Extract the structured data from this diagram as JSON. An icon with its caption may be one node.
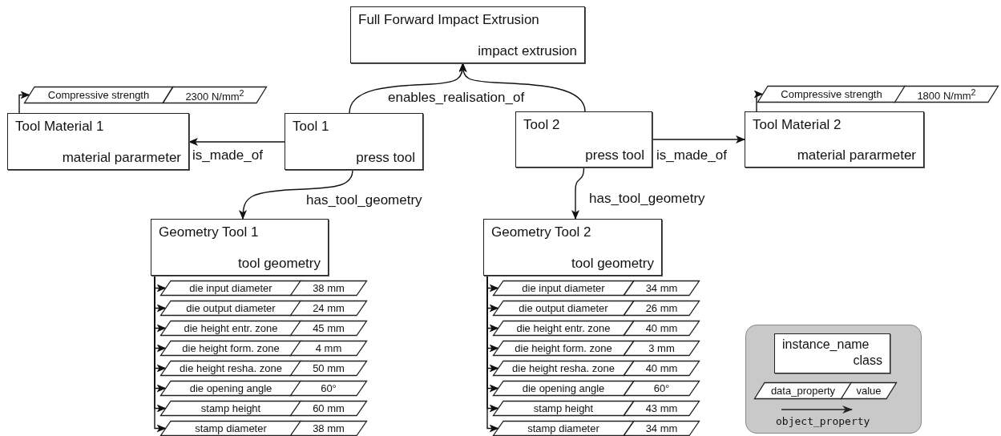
{
  "diagram": {
    "nodes": [
      {
        "text": [
          "Full Forward Impact Extrusion",
          "impact extrusion"
        ]
      },
      {
        "text": [
          "Compressive strength"
        ]
      },
      {
        "text": [
          "2300 N/mm$^{2}$"
        ]
      },
      {
        "text": [
          "Compressive strength"
        ]
      },
      {
        "text": [
          "1800 N/mm$^{2}$"
        ]
      },
      {
        "text": [
          "Tool Material 1",
          "material pararmeter"
        ]
      },
      {
        "text": [
          "Tool 1",
          "press tool"
        ]
      },
      {
        "text": [
          "Tool 2",
          "press tool"
        ]
      },
      {
        "text": [
          "Tool Material 2",
          "material pararmeter"
        ]
      },
      {
        "text": [
          "Geometry Tool 1",
          "tool geometry"
        ]
      },
      {
        "text": [
          "Geometry Tool 2",
          "tool geometry"
        ]
      },
      {
        "text": [
          "die input diameter"
        ]
      },
      {
        "text": [
          "38 mm"
        ]
      },
      {
        "text": [
          "die output diameter"
        ]
      },
      {
        "text": [
          "24 mm"
        ]
      },
      {
        "text": [
          "die height entr. zone"
        ]
      },
      {
        "text": [
          "45 mm"
        ]
      },
      {
        "text": [
          "die height form. zone"
        ]
      },
      {
        "text": [
          "4 mm"
        ]
      },
      {
        "text": [
          "die height resha. zone"
        ]
      },
      {
        "text": [
          "50 mm"
        ]
      },
      {
        "text": [
          "die opening angle"
        ]
      },
      {
        "text": [
          "60°"
        ]
      },
      {
        "text": [
          "stamp height"
        ]
      },
      {
        "text": [
          "60 mm"
        ]
      },
      {
        "text": [
          "stamp diameter"
        ]
      },
      {
        "text": [
          "38 mm"
        ]
      },
      {
        "text": [
          "die input diameter"
        ]
      },
      {
        "text": [
          "34 mm"
        ]
      },
      {
        "text": [
          "die output diameter"
        ]
      },
      {
        "text": [
          "26 mm"
        ]
      },
      {
        "text": [
          "die height entr. zone"
        ]
      },
      {
        "text": [
          "40 mm"
        ]
      },
      {
        "text": [
          "die height form. zone"
        ]
      },
      {
        "text": [
          "3 mm"
        ]
      },
      {
        "text": [
          "die height resha. zone"
        ]
      },
      {
        "text": [
          "40 mm"
        ]
      },
      {
        "text": [
          "die opening angle"
        ]
      },
      {
        "text": [
          "60°"
        ]
      },
      {
        "text": [
          "stamp height"
        ]
      },
      {
        "text": [
          "43 mm"
        ]
      },
      {
        "text": [
          "stamp diameter"
        ]
      },
      {
        "text": [
          "34 mm"
        ]
      },
      {
        "text": [],
        "shape": "box"
      },
      {
        "text": [
          "instance_name",
          "class"
        ],
        "in": 43
      },
      {
        "text": [
          "data_property"
        ],
        "in": 43
      },
      {
        "text": [
          "value"
        ],
        "in": 43
      }
    ],
    "edges": [
      {
        "from": 6,
        "to": 0,
        "arrow": "to",
        "label": "enables_realisation_of"
      },
      {
        "from": 7,
        "to": 0,
        "arrow": "to"
      },
      {
        "from": 5,
        "to": 1,
        "arrow": "to"
      },
      {
        "from": 6,
        "to": 5,
        "arrow": "to",
        "label": "is_made_of"
      },
      {
        "from": 7,
        "to": 8,
        "arrow": "to",
        "label": "is_made_of"
      },
      {
        "from": 8,
        "to": 3,
        "arrow": "to"
      },
      {
        "from": 6,
        "to": 9,
        "arrow": "to",
        "label": "has_tool_geometry"
      },
      {
        "from": 7,
        "to": 10,
        "arrow": "to",
        "label": "has_tool_geometry"
      },
      {
        "from": 9,
        "to": 11,
        "arrow": "to"
      },
      {
        "from": 9,
        "to": 13,
        "arrow": "to"
      },
      {
        "from": 9,
        "to": 15,
        "arrow": "to"
      },
      {
        "from": 9,
        "to": 17,
        "arrow": "to"
      },
      {
        "from": 9,
        "to": 19,
        "arrow": "to"
      },
      {
        "from": 9,
        "to": 21,
        "arrow": "to"
      },
      {
        "from": 9,
        "to": 23,
        "arrow": "to"
      },
      {
        "from": 9,
        "to": 25,
        "arrow": "to"
      },
      {
        "from": 10,
        "to": 27,
        "arrow": "to"
      },
      {
        "from": 10,
        "to": 29,
        "arrow": "to"
      },
      {
        "from": 10,
        "to": 31,
        "arrow": "to"
      },
      {
        "from": 10,
        "to": 33,
        "arrow": "to"
      },
      {
        "from": 10,
        "to": 35,
        "arrow": "to"
      },
      {
        "from": 10,
        "to": 37,
        "arrow": "to"
      },
      {
        "from": 10,
        "to": 39,
        "arrow": "to"
      },
      {
        "from": 10,
        "to": 41,
        "arrow": "to"
      }
    ],
    "legend": [
      {
        "text": "object_property"
      }
    ]
  }
}
